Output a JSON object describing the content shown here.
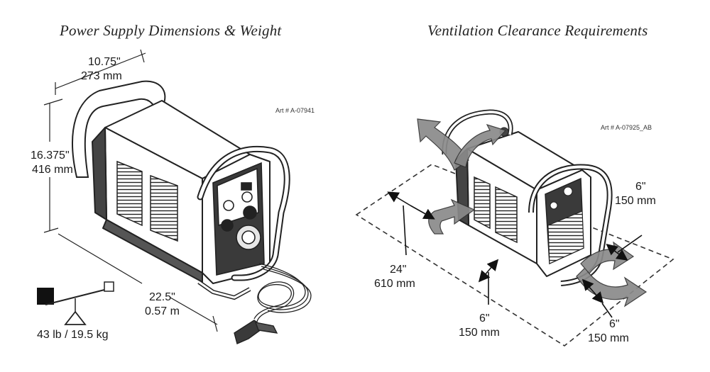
{
  "left_panel": {
    "title": "Power Supply Dimensions & Weight",
    "art_number": "Art # A-07941",
    "depth": {
      "in": "10.75\"",
      "mm": "273 mm"
    },
    "height": {
      "in": "16.375\"",
      "mm": "416 mm"
    },
    "length": {
      "in": "22.5\"",
      "mm": "0.57 m"
    },
    "weight": "43 lb / 19.5 kg"
  },
  "right_panel": {
    "title": "Ventilation Clearance Requirements",
    "art_number": "Art # A-07925_AB",
    "rear_clearance": {
      "in": "24\"",
      "mm": "610 mm"
    },
    "front_clearance": {
      "in": "6\"",
      "mm": "150 mm"
    },
    "side_clearance_right": {
      "in": "6\"",
      "mm": "150 mm"
    },
    "side_clearance_bottom": {
      "in": "6\"",
      "mm": "150 mm"
    }
  }
}
